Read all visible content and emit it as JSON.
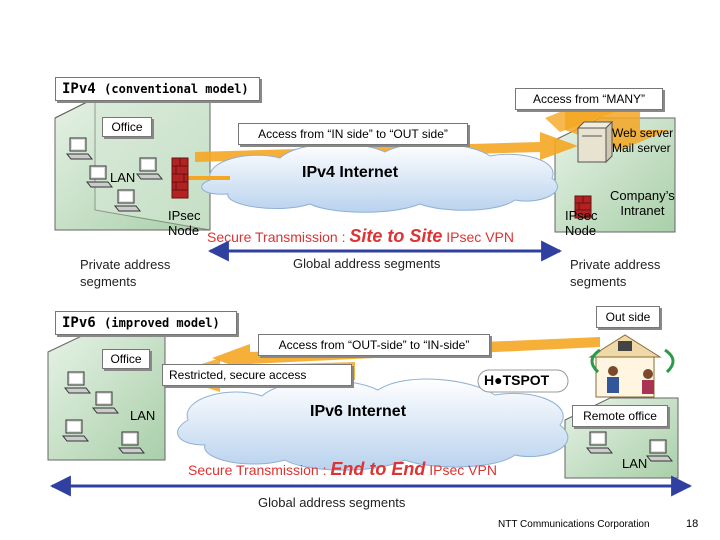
{
  "ipv4": {
    "title": "IPv4",
    "title_sub": "(conventional model)",
    "office": "Office",
    "lan": "LAN",
    "ipsec_node_left": [
      "IPsec",
      "Node"
    ],
    "ipsec_node_right": [
      "IPsec",
      "Node"
    ],
    "access_many": "Access from “MANY”",
    "access_in_out": "Access from “IN side” to “OUT side”",
    "internet": "IPv4 Internet",
    "web_server": "Web server",
    "mail_server": "Mail server",
    "company_intranet": [
      "Company’s",
      "Intranet"
    ],
    "secure_prefix": "Secure Transmission :",
    "secure_emph": "Site to Site",
    "secure_suffix": "IPsec VPN",
    "private_left": [
      "Private address",
      "segments"
    ],
    "private_right": [
      "Private address",
      "segments"
    ],
    "global_segments": "Global address segments"
  },
  "ipv6": {
    "title": "IPv6",
    "title_sub": "(improved model)",
    "office": "Office",
    "lan": "LAN",
    "outside": "Out side",
    "access_out_in": "Access from “OUT-side” to “IN-side”",
    "restricted": "Restricted, secure access",
    "hotspot": "H●TSPOT",
    "internet": "IPv6 Internet",
    "remote_office": "Remote office",
    "remote_lan": "LAN",
    "secure_prefix": "Secure Transmission :",
    "secure_emph": "End to End",
    "secure_suffix": "IPsec VPN",
    "global_segments": "Global address segments"
  },
  "footer": {
    "company": "NTT Communications Corporation",
    "page": "18"
  },
  "colors": {
    "room_fill": "#c8e0c8",
    "cloud_fill": "#c8dcf2",
    "arrow_orange": "#f5a623",
    "arrow_blue": "#3040a0",
    "red_text": "#d33333"
  },
  "icons": [
    "pc-icon",
    "firewall-icon",
    "server-icon",
    "house-icon",
    "person-icon"
  ]
}
